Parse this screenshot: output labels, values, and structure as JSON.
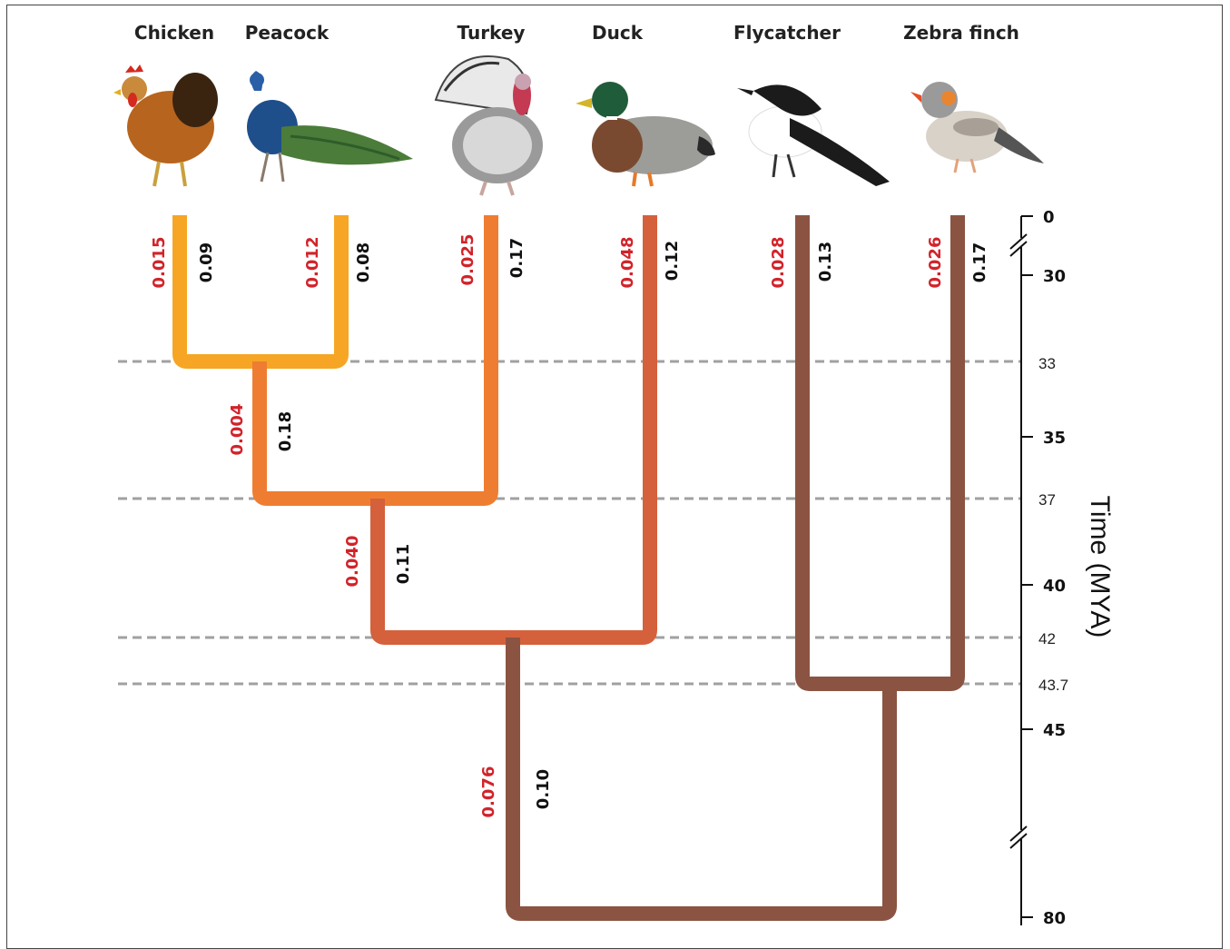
{
  "species": [
    {
      "key": "chicken",
      "name": "Chicken",
      "rate": "0.015",
      "dist": "0.09"
    },
    {
      "key": "peacock",
      "name": "Peacock",
      "rate": "0.012",
      "dist": "0.08"
    },
    {
      "key": "turkey",
      "name": "Turkey",
      "rate": "0.025",
      "dist": "0.17"
    },
    {
      "key": "duck",
      "name": "Duck",
      "rate": "0.048",
      "dist": "0.12"
    },
    {
      "key": "flycatcher",
      "name": "Flycatcher",
      "rate": "0.028",
      "dist": "0.13"
    },
    {
      "key": "zebra_finch",
      "name": "Zebra finch",
      "rate": "0.026",
      "dist": "0.17"
    }
  ],
  "internal_branches": {
    "chicken_peacock": {
      "rate": "0.004",
      "dist": "0.18"
    },
    "galliformes": {
      "rate": "0.040",
      "dist": "0.11"
    },
    "galloanserae": {
      "rate": "0.076",
      "dist": "0.10"
    }
  },
  "axis": {
    "title": "Time (MYA)",
    "major_ticks": [
      "0",
      "30",
      "35",
      "40",
      "45",
      "80"
    ],
    "minor_ticks": [
      "33",
      "37",
      "42",
      "43.7"
    ]
  },
  "colors": {
    "galliformes_tip": "#f6a624",
    "turkey_clade": "#ef7d31",
    "duck_clade": "#d5603c",
    "passerine_root": "#8b5442",
    "rate_text": "#d2232a",
    "dashed_line": "#a0a0a0"
  }
}
